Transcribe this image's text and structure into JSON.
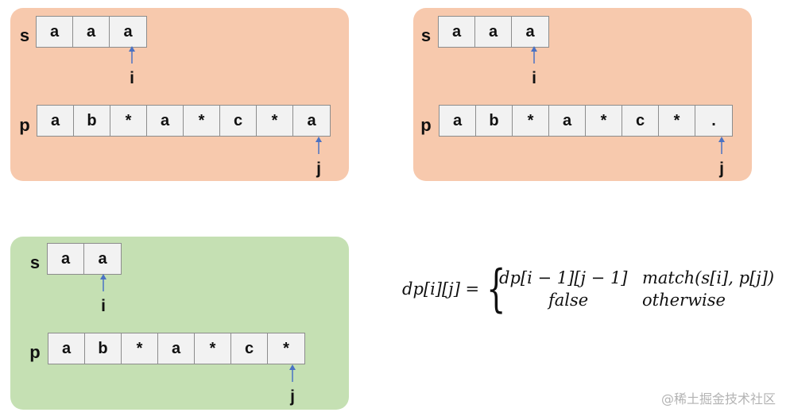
{
  "panels": [
    {
      "color": "#f7c9ad",
      "s_label": "s",
      "s": [
        "a",
        "a",
        "a"
      ],
      "p_label": "p",
      "p": [
        "a",
        "b",
        "*",
        "a",
        "*",
        "c",
        "*",
        "a"
      ],
      "i_label": "i",
      "j_label": "j"
    },
    {
      "color": "#f7c9ad",
      "s_label": "s",
      "s": [
        "a",
        "a",
        "a"
      ],
      "p_label": "p",
      "p": [
        "a",
        "b",
        "*",
        "a",
        "*",
        "c",
        "*",
        "."
      ],
      "i_label": "i",
      "j_label": "j"
    },
    {
      "color": "#c5e0b3",
      "s_label": "s",
      "s": [
        "a",
        "a"
      ],
      "p_label": "p",
      "p": [
        "a",
        "b",
        "*",
        "a",
        "*",
        "c",
        "*"
      ],
      "i_label": "i",
      "j_label": "j"
    }
  ],
  "arrow_color": "#4a72c4",
  "formula": {
    "lhs": "dp[i][j] =",
    "brace": "{",
    "case1_expr": "dp[i − 1][j − 1]",
    "case1_cond": "match(s[i], p[j])",
    "case2_expr": "false",
    "case2_cond": "otherwise"
  },
  "watermark": "@稀土掘金技术社区"
}
